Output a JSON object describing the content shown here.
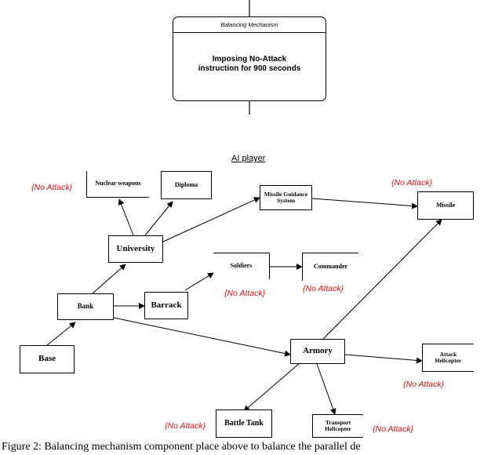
{
  "mechanism": {
    "title": "Balancing Mechanism",
    "body": "Imposing No-Attack instruction for 900 seconds"
  },
  "diagram_title": "AI player",
  "nodes": {
    "base": "Base",
    "bank": "Bank",
    "university": "University",
    "barrack": "Barrack",
    "armory": "Armory",
    "nuclear_weapons": "Nuclear weapons",
    "diploma": "Diploma",
    "missile_guidance": "Missile Guidance System",
    "missile": "Missile",
    "soldiers": "Soldiers",
    "commander": "Commander",
    "attack_helicopter": "Attack Helicopter",
    "battle_tank": "Battle Tank",
    "transport_helicopter": "Transport Helicopter"
  },
  "no_attack_label": "{No Attack}",
  "caption": "Figure 2: Balancing mechanism component place above to balance the parallel de"
}
